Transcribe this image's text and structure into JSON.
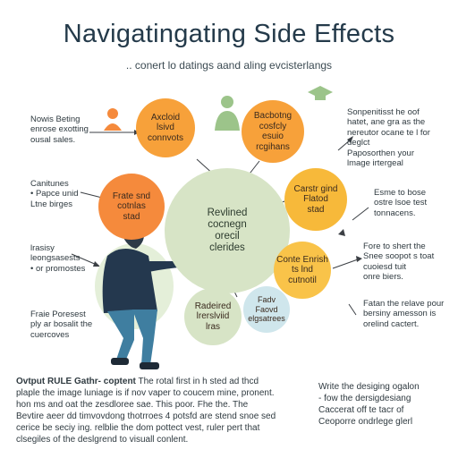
{
  "title": "Navigatingating Side Effects",
  "subtitle": ".. conert lo datings aand aling evcisterlangs",
  "center": {
    "text": "Revlined\ncocnegn\norecil\nclerides"
  },
  "bubbles": [
    {
      "text": "Axcloid\nlsivd\nconnvots"
    },
    {
      "text": "Bacbotng\ncosfcly\nesuio\nrcgihans"
    },
    {
      "text": "Frate snd\ncotnlas\nstad"
    },
    {
      "text": "Carstr gind\nFlatod\nstad"
    },
    {
      "text": "Conte Enrish\nts lnd\ncutnotil"
    },
    {
      "text": "Radeired\nlrerslviid\nlras"
    },
    {
      "text": "Fadv\nFaovd\nelgsatrees"
    }
  ],
  "notes_left": [
    "Nowis Beting\nenrose exotting\nousal sales.",
    "Canitunes\n• Papce unid\nLtne birges",
    "lrasisy\nleongsasests\n• or promostes",
    "Fraie Poresest\nply ar bosalit the\ncuercoves"
  ],
  "notes_right": [
    "Sonpenitisst he oof\nhatet, ane gra as the\nnereutor ocane te l for\ndeglct\nPaposorthen your\nlmage irtergeal",
    "Esme to bose\nostre lsoe test\ntonnacens.",
    "Fore to shert the\nSnee soopot s toat\ncuoiesd tuit\nonre biers.",
    "Fatan the relave pour\nbersiny amesson is\norelind cactert."
  ],
  "bottom_left": {
    "heading": "Ovtput RULE Gathr- coptent",
    "body": " The rotal first in h sted ad thcd\nplaple the image luniage is if nov vaper to coucem mine, pronent.\nhon ms and oat the zesdloree sae. This poor. Fhe the. The\nBevtire aeer dd timvovdong thotrroes 4 potsfd are stend snoe sed\ncerice be seciy ing. relblie the dom pottect vest, ruler pert that\nclsegiles of the deslgrend to visuall conlent."
  },
  "bottom_right": "Write the desiging ogalon\n- fow the dersigdesiang\nCaccerat off te tacr of\nCeoporre ondrlege glerl",
  "colors": {
    "orange": "#f58a3c",
    "amber": "#f7a13a",
    "yellow": "#f9c349",
    "sage": "#d7e4c6",
    "light_blue": "#cfe6ec",
    "navy": "#243a4a"
  }
}
